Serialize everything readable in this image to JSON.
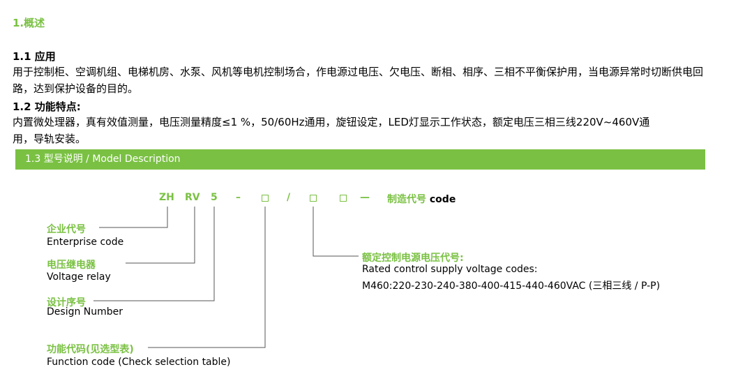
{
  "section": {
    "title": "1.概述",
    "app_heading": "1.1 应用",
    "app_text": "用于控制柜、空调机组、电梯机房、水泵、风机等电机控制场合，作电源过电压、欠电压、断相、相序、三相不平衡保护用，当电源异常时切断供电回路，达到保护设备的目的。",
    "feat_heading": "1.2 功能特点:",
    "feat_text": "内置微处理器，真有效值测量，电压测量精度≤1 %，50/60Hz通用，旋钮设定，LED灯显示工作状态，额定电压三相三线220V~460V通用，导轨安装。"
  },
  "banner": {
    "label": "1.3 型号说明 / Model Description",
    "color": "#7ac143"
  },
  "model_code": {
    "zh": "ZH",
    "rv": "RV",
    "five": "5",
    "dash": "–",
    "slash": "/",
    "emdash": "—",
    "suffix_cn": "制造代号",
    "suffix_en": "code"
  },
  "labels": {
    "enterprise_cn": "企业代号",
    "enterprise_en": "Enterprise code",
    "relay_cn": "电压继电器",
    "relay_en": "Voltage relay",
    "design_cn": "设计序号",
    "design_en": "Design Number",
    "function_cn": "功能代码(见选型表)",
    "function_en": "Function code (Check selection table)",
    "voltage_cn": "额定控制电源电压代号:",
    "voltage_en": "Rated control supply voltage codes:",
    "voltage_values": "M460:220-230-240-380-400-415-440-460VAC (三相三线 / P-P)"
  }
}
